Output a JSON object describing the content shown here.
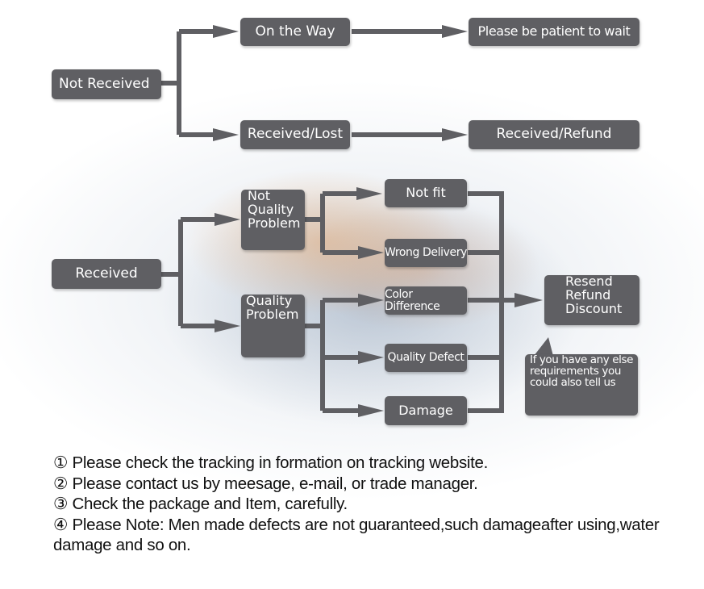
{
  "nodes": {
    "not_received": "Not Received",
    "on_the_way": "On the Way",
    "please_wait": "Please be patient to wait",
    "received_lost": "Received/Lost",
    "received_refund": "Received/Refund",
    "received": "Received",
    "not_quality_problem": [
      "Not",
      "Quality",
      "Problem"
    ],
    "quality_problem": [
      "Quality",
      "Problem"
    ],
    "not_fit": "Not fit",
    "wrong_delivery": "Wrong Delivery",
    "color_difference": "Color Difference",
    "quality_defect": "Quality Defect",
    "damage": "Damage",
    "resolution": [
      "Resend",
      "Refund",
      "Discount"
    ],
    "else_requirements": [
      "If you have any else",
      "requirements you",
      "could also tell us"
    ]
  },
  "notes": [
    "① Please check the tracking in formation on tracking website.",
    "② Please contact us by meesage, e-mail, or trade manager.",
    "③ Check the package and Item, carefully.",
    "④ Please Note: Men made defects are not guaranteed,such damageafter using,water damage and so on."
  ],
  "colors": {
    "box": "#5f5f63",
    "box_text": "#ffffff",
    "connector": "#5f5f63",
    "note_text": "#111111"
  }
}
